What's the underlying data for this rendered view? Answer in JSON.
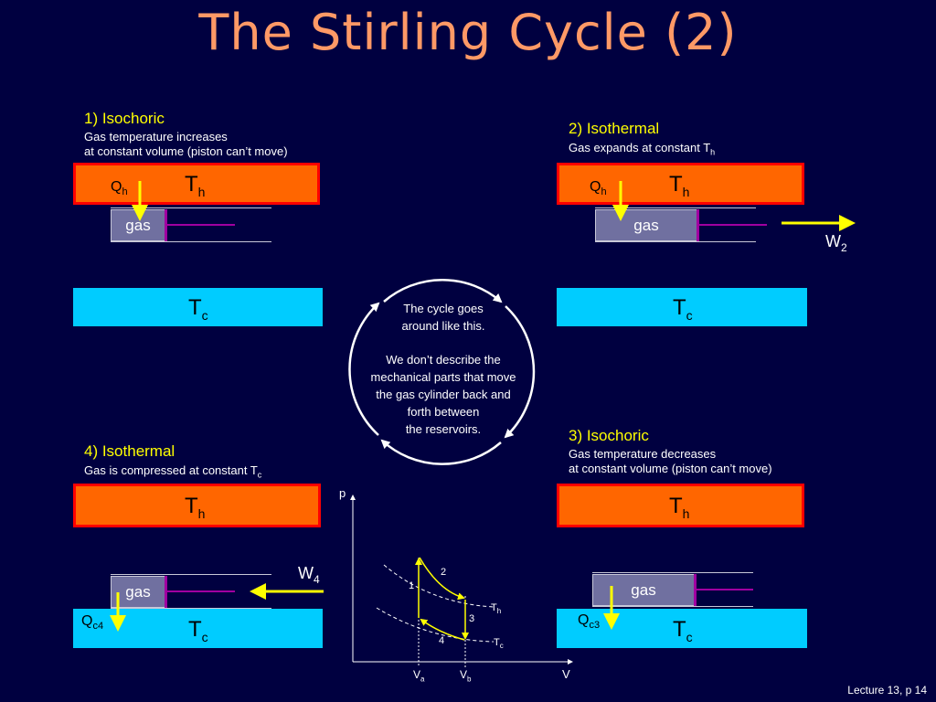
{
  "title": "The Stirling Cycle (2)",
  "steps": {
    "s1": {
      "heading": "1) Isochoric",
      "line1": "Gas temperature increases",
      "line2": "at constant volume (piston can’t move)"
    },
    "s2": {
      "heading": "2) Isothermal",
      "line1": "Gas expands at constant T",
      "line1_sub": "h"
    },
    "s3": {
      "heading": "3) Isochoric",
      "line1": "Gas temperature decreases",
      "line2": "at constant volume (piston can’t move)"
    },
    "s4": {
      "heading": "4) Isothermal",
      "line1": "Gas is compressed at constant T",
      "line1_sub": "c"
    }
  },
  "labels": {
    "T": "T",
    "h": "h",
    "c": "c",
    "Q": "Q",
    "gas": "gas",
    "W": "W",
    "w2_sub": "2",
    "w4_sub": "4",
    "qc3_sub": "c3",
    "qc4_sub": "c4"
  },
  "circle": {
    "l1": "The cycle goes",
    "l2": "around like this.",
    "l3": "We don’t describe the",
    "l4": "mechanical parts that move",
    "l5": "the gas cylinder back and",
    "l6": "forth between",
    "l7": "the reservoirs."
  },
  "pv": {
    "p": "p",
    "V": "V",
    "Va": "V",
    "Va_sub": "a",
    "Vb": "V",
    "Vb_sub": "b",
    "Th": "T",
    "Th_sub": "h",
    "Tc": "T",
    "Tc_sub": "c",
    "n1": "1",
    "n2": "2",
    "n3": "3",
    "n4": "4"
  },
  "footer": "Lecture 13, p 14",
  "colors": {
    "background": "#000040",
    "hot": "#ff6600",
    "hot_border": "#ff0000",
    "cold": "#00ccff",
    "arrow": "#ffff00",
    "title": "#ff9966",
    "piston": "#a000a0"
  }
}
